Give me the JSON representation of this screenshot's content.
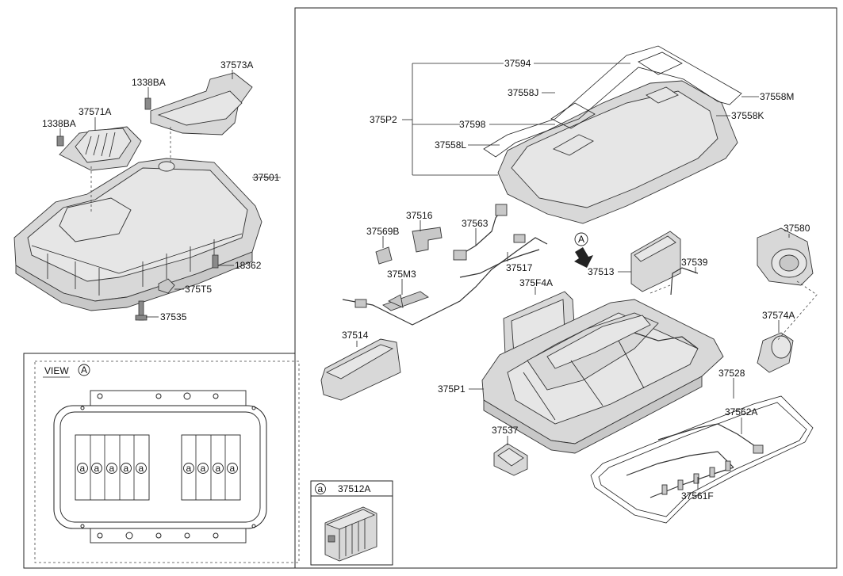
{
  "labels": {
    "p37573A": "37573A",
    "p1338BA_top": "1338BA",
    "p37571A": "37571A",
    "p1338BA_left": "1338BA",
    "p37501": "37501",
    "p18362": "18362",
    "p375T5": "375T5",
    "p37535": "37535",
    "p37594": "37594",
    "p37558J": "37558J",
    "p37558M": "37558M",
    "p375P2": "375P2",
    "p37598": "37598",
    "p37558K": "37558K",
    "p37558L": "37558L",
    "p37516": "37516",
    "p37563": "37563",
    "p37569B": "37569B",
    "p37517": "37517",
    "p375M3": "375M3",
    "p37513": "37513",
    "p37539": "37539",
    "p37580": "37580",
    "p375F4A": "375F4A",
    "p37574A": "37574A",
    "p37514": "37514",
    "p37528": "37528",
    "p375P1": "375P1",
    "p37562A": "37562A",
    "p37537": "37537",
    "p37561F": "37561F"
  },
  "view": {
    "title": "VIEW",
    "marker": "A",
    "cell_marker": "a"
  },
  "callout_a": {
    "marker": "A"
  },
  "legend": {
    "marker": "a",
    "part": "37512A"
  },
  "colors": {
    "line": "#222222",
    "part_fill": "#d8d8d8"
  }
}
